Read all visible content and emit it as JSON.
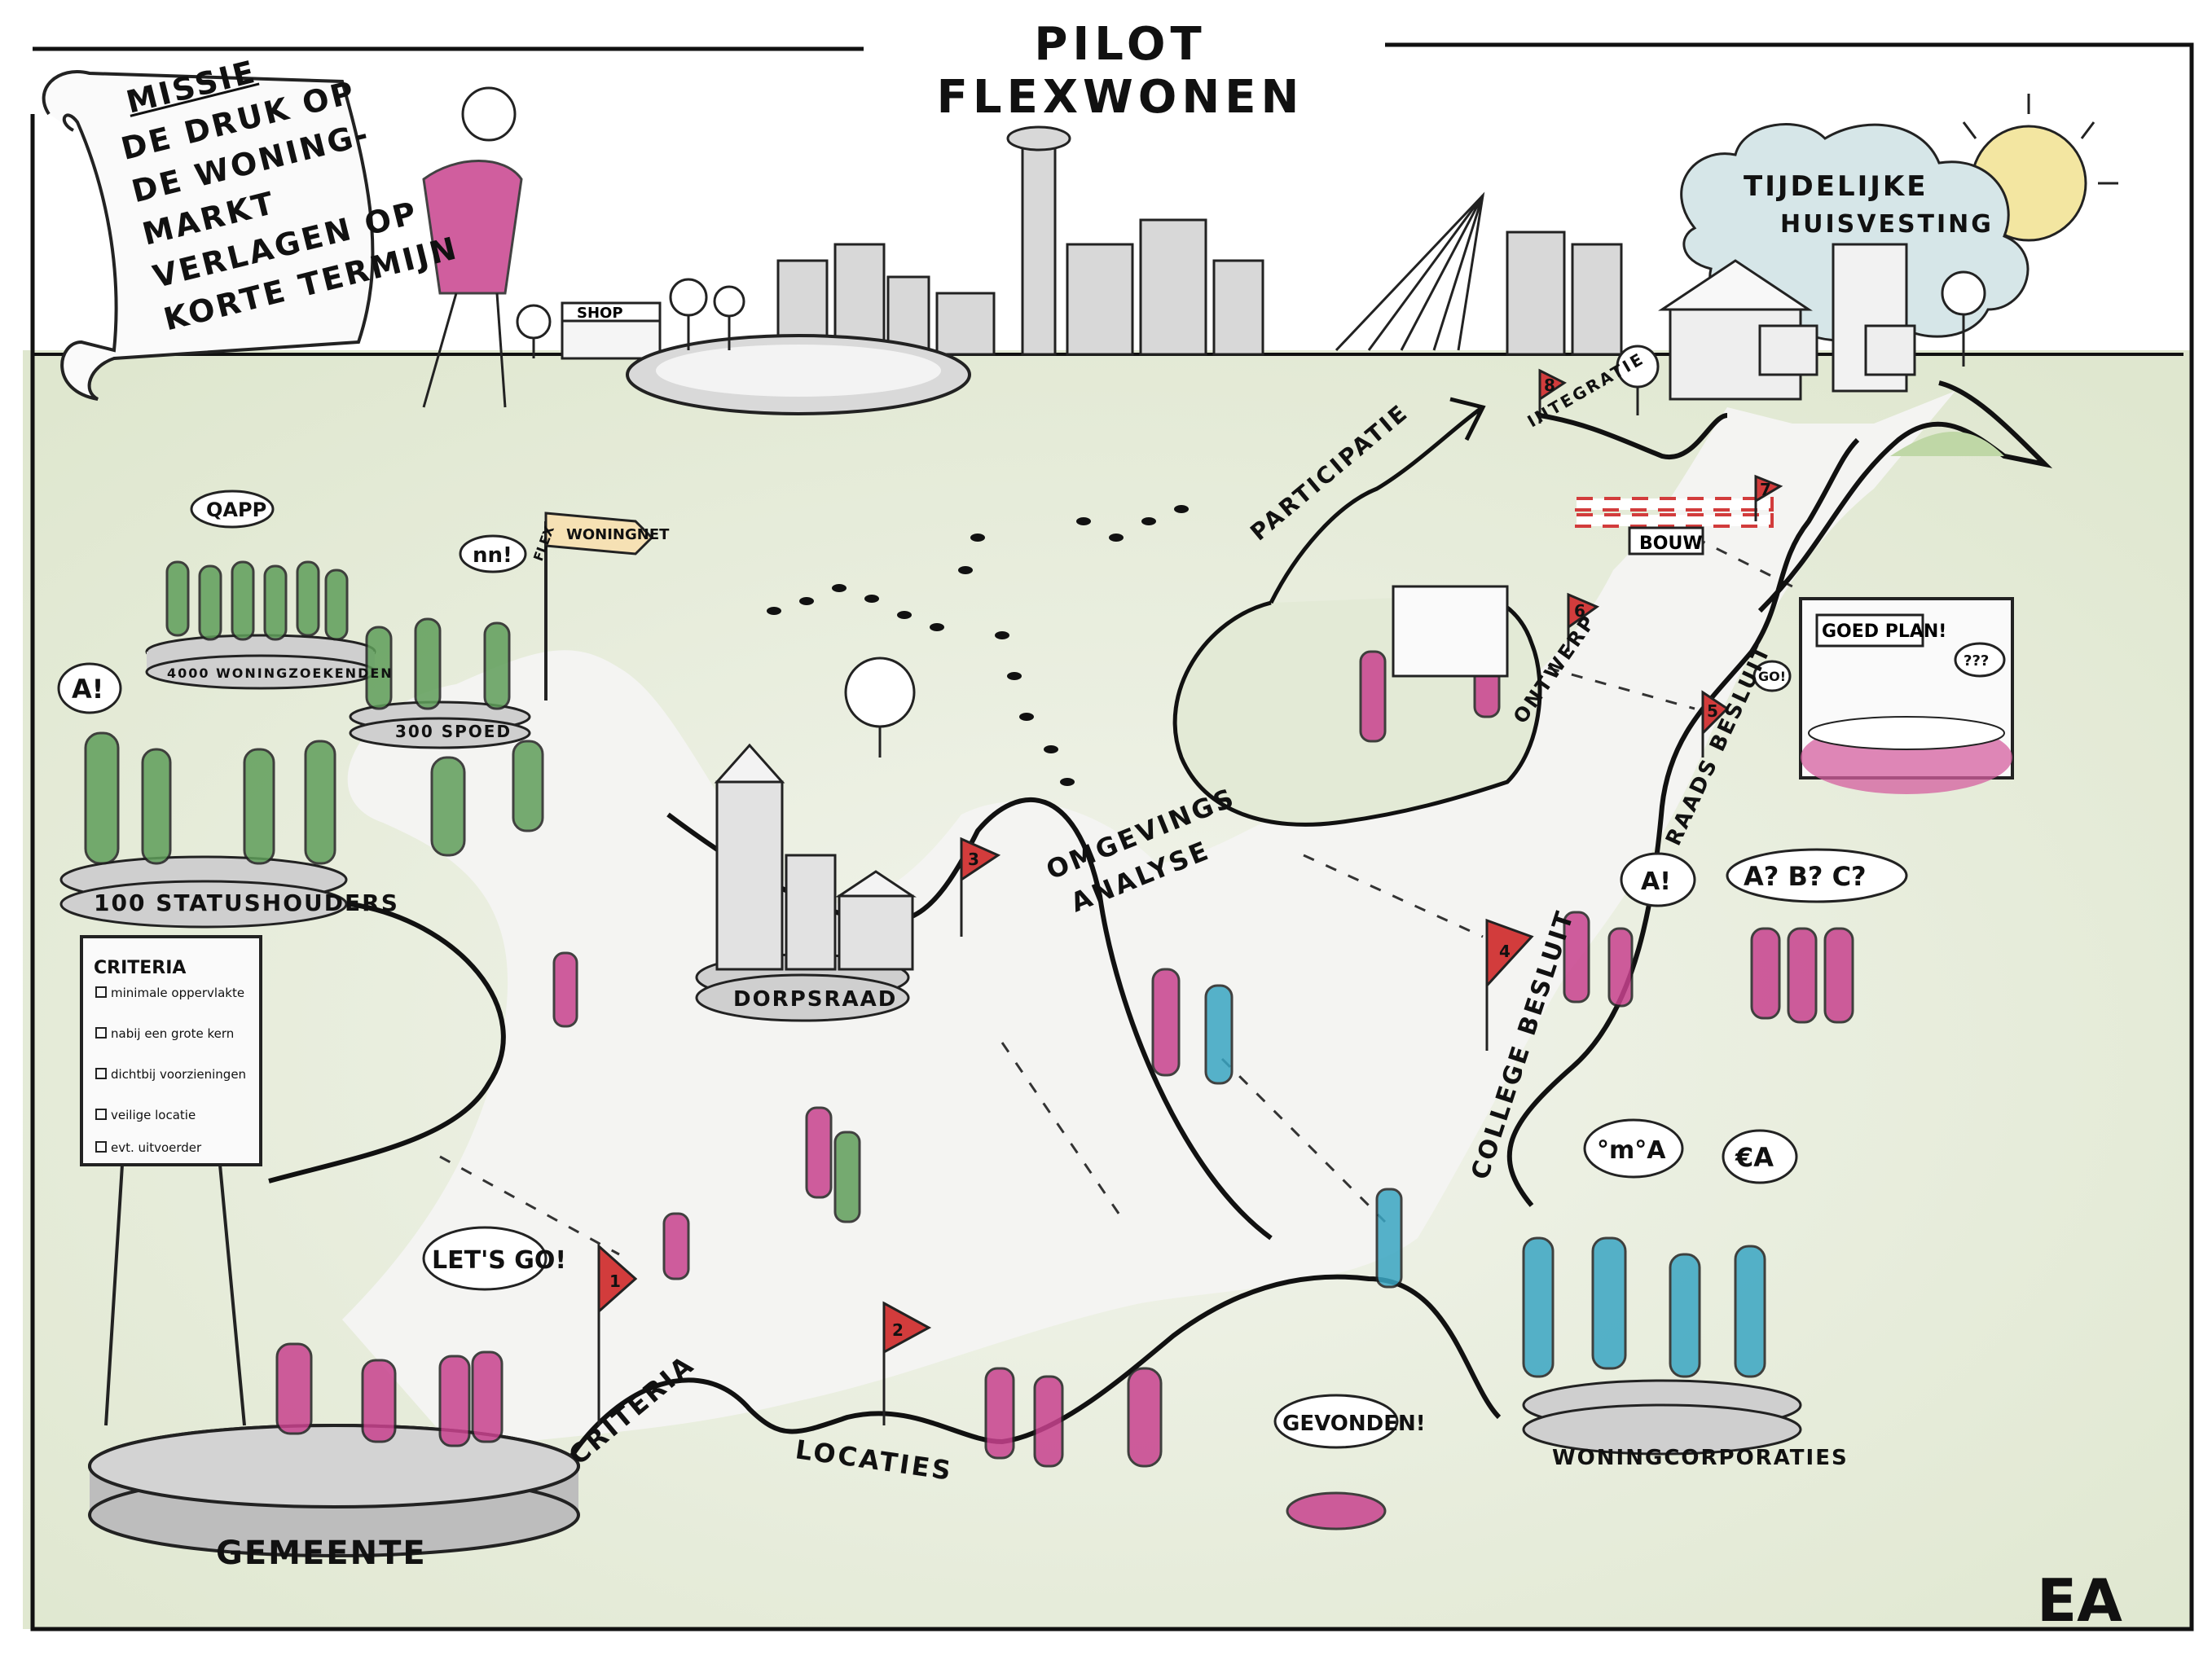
{
  "title": "PILOT FLEXWONEN",
  "mission": {
    "heading": "MISSIE",
    "lines": [
      "DE DRUK OP",
      "DE WONING-",
      "MARKT",
      "VERLAGEN OP",
      "KORTE TERMIJN"
    ]
  },
  "cloud": {
    "lines": [
      "TIJDELIJKE",
      "HUISVESTING"
    ]
  },
  "platforms": {
    "p4000": "4000 WONINGZOEKENDEN",
    "p300": "300 SPOED",
    "p100": "100 STATUSHOUDERS",
    "gemeente": "GEMEENTE",
    "dorpsraad": "DORPSRAAD",
    "woningcorporaties": "WONINGCORPORATIES"
  },
  "signpost": {
    "top": "WONINGNET",
    "bottom": "FLEX"
  },
  "shop": "SHOP",
  "bouw": "BOUW",
  "goed_plan": "GOED PLAN!",
  "bubbles": {
    "qapp": "QAPP",
    "nn": "nn!",
    "a1": "A!",
    "lets_go": "LET'S GO!",
    "gevonden": "GEVONDEN!",
    "abc": "A? B? C?",
    "a2": "A!",
    "ma": "°m°A",
    "ea": "€A",
    "go": "GO!",
    "qqq": "???"
  },
  "criteria_board": {
    "heading": "CRITERIA",
    "items": [
      "minimale oppervlakte",
      "nabij een grote kern",
      "dichtbij voorzieningen",
      "veilige locatie",
      "evt. uitvoerder"
    ]
  },
  "stages": [
    {
      "flag": "1",
      "label": "CRITERIA"
    },
    {
      "flag": "2",
      "label": "LOCATIES"
    },
    {
      "flag": "3",
      "label": "OMGEVINGS ANALYSE"
    },
    {
      "flag": "4",
      "label": "COLLEGE BESLUIT"
    },
    {
      "flag": "5",
      "label": "RAADS BESLUIT"
    },
    {
      "flag": "6",
      "label": "ONTWERP"
    },
    {
      "flag": "7",
      "label": "BOUW"
    },
    {
      "flag": "8",
      "label": "INTEGRATIE"
    }
  ],
  "participatie": "PARTICIPATIE",
  "signature": "EA",
  "colors": {
    "pink": "#c8428e",
    "green": "#5f9e5a",
    "teal": "#3aa6c3",
    "grass": "#e6ecd7",
    "road": "#ececec",
    "red": "#d23c3c"
  }
}
